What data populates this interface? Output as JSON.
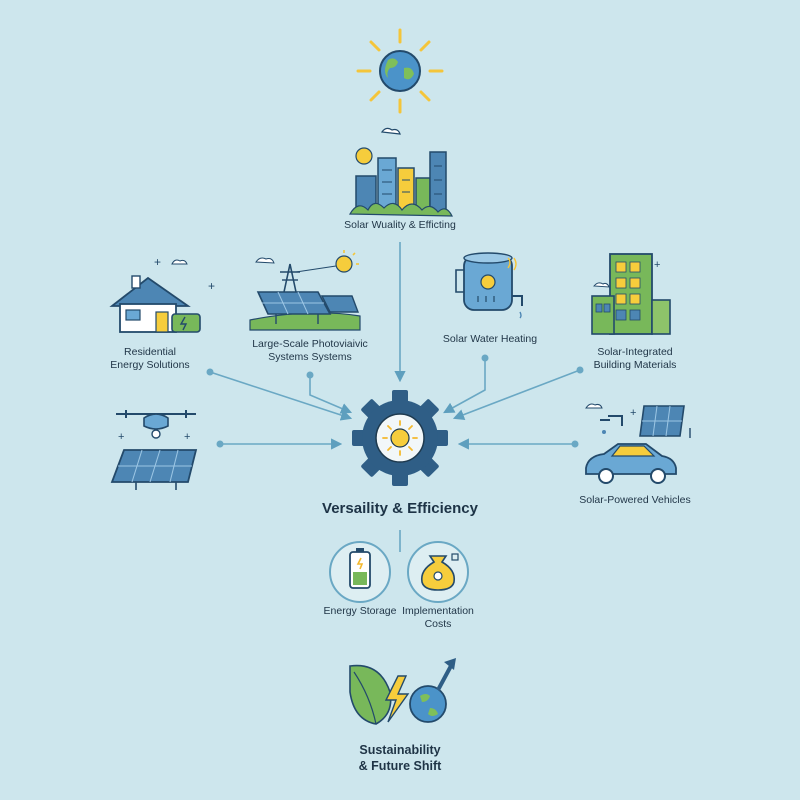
{
  "center": {
    "title": "Versaility & Efficiency"
  },
  "nodes": [
    {
      "id": "top",
      "label": "Solar Wuality & Efficting"
    },
    {
      "id": "residential",
      "label": "Residential\nEnergy Solutions"
    },
    {
      "id": "large-scale",
      "label": "Large-Scale Photoviaivic\nSystems Systems"
    },
    {
      "id": "water",
      "label": "Solar Water Heating"
    },
    {
      "id": "building",
      "label": "Solar-Integrated\nBuilding Materials"
    },
    {
      "id": "vehicles",
      "label": "Solar-Powered Vehicles"
    }
  ],
  "bottom": {
    "storage": "Energy Storage",
    "costs": "Implementation\nCosts",
    "sustainability": "Sustainability\n& Future Shift"
  },
  "colors": {
    "background": "#cde6ed",
    "connector": "#6aa8c4",
    "gear": "#2f5e86",
    "sun": "#f6cd3c",
    "panel": "#4d86b4",
    "green": "#78b85a"
  }
}
